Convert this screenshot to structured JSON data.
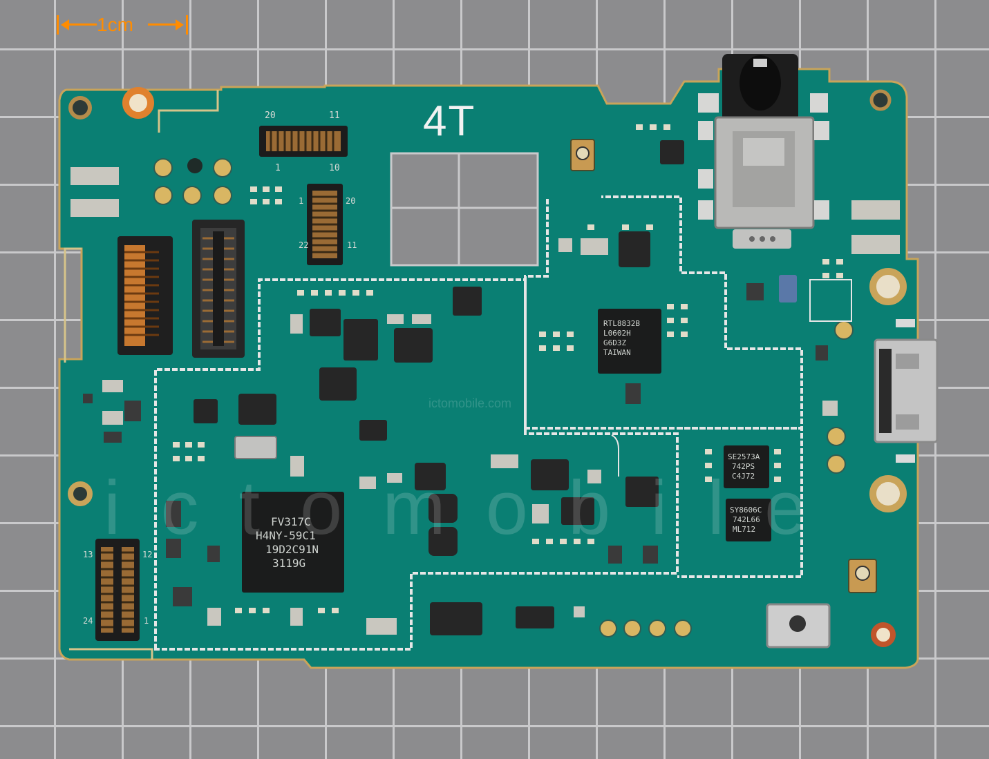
{
  "scale_bar": {
    "label": "1cm",
    "color": "#ff8c00"
  },
  "board": {
    "label": "4T",
    "pcb_color": "#0a7f73",
    "chips": [
      {
        "name": "soc",
        "lines": [
          "FV317C",
          "H4NY-59C1",
          "19D2C91N",
          "3119G"
        ]
      },
      {
        "name": "wifi",
        "lines": [
          "RTL8832B",
          "L0602H",
          "G6D3Z",
          "TAIWAN"
        ]
      },
      {
        "name": "pmic-a",
        "lines": [
          "SE2573A",
          "742PS",
          "C4J72"
        ]
      },
      {
        "name": "pmic-b",
        "lines": [
          "SY8606C",
          "742L66",
          "ML712"
        ]
      }
    ],
    "connector_marks": {
      "top_a_left": "20",
      "top_a_right": "11",
      "top_a_bl": "1",
      "top_a_br": "10",
      "top_b_tl": "1",
      "top_b_tr": "20",
      "top_b_bl": "22",
      "top_b_br": "11",
      "side_tl": "13",
      "side_tr": "12",
      "side_bl": "24",
      "side_br": "1"
    }
  },
  "watermark": {
    "text_main": "ictomobile",
    "text_small": "ictomobile.com"
  }
}
